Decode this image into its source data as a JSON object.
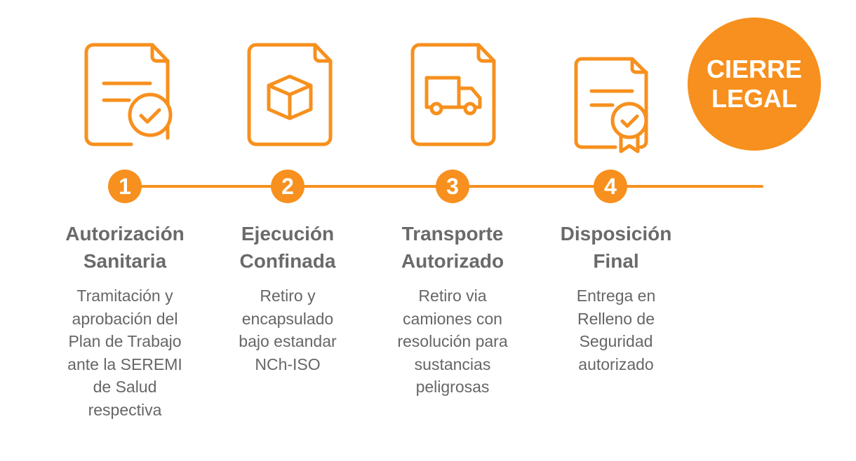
{
  "accent": "#F7901E",
  "steps": [
    {
      "number": "1",
      "title_l1": "Autorización",
      "title_l2": "Sanitaria",
      "desc": [
        "Tramitación y",
        "aprobación del",
        "Plan de Trabajo",
        "ante la SEREMI",
        "de Salud",
        "respectiva"
      ],
      "icon": "document-check-icon"
    },
    {
      "number": "2",
      "title_l1": "Ejecución",
      "title_l2": "Confinada",
      "desc": [
        "Retiro y",
        "encapsulado",
        "bajo estandar",
        "NCh-ISO"
      ],
      "icon": "document-box-icon"
    },
    {
      "number": "3",
      "title_l1": "Transporte",
      "title_l2": "Autorizado",
      "desc": [
        "Retiro via",
        "camiones con",
        "resolución para",
        "sustancias",
        "peligrosas"
      ],
      "icon": "document-truck-icon"
    },
    {
      "number": "4",
      "title_l1": "Disposición",
      "title_l2": "Final",
      "desc": [
        "Entrega en",
        "Relleno de",
        "Seguridad",
        "autorizado"
      ],
      "icon": "certificate-icon"
    }
  ],
  "final": {
    "line1": "CIERRE",
    "line2": "LEGAL"
  }
}
